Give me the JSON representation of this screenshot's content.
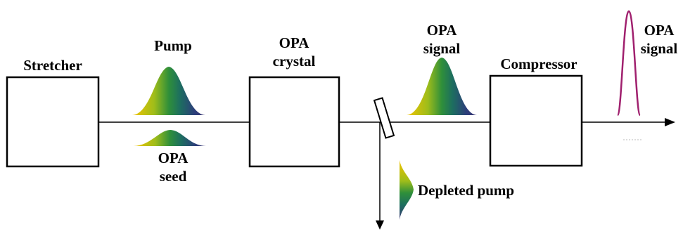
{
  "labels": {
    "stretcher": "Stretcher",
    "pump": "Pump",
    "opa_seed_line1": "OPA",
    "opa_seed_line2": "seed",
    "opa_crystal_line1": "OPA",
    "opa_crystal_line2": "crystal",
    "opa_signal_mid_line1": "OPA",
    "opa_signal_mid_line2": "signal",
    "compressor": "Compressor",
    "opa_signal_out_line1": "OPA",
    "opa_signal_out_line2": "signal",
    "depleted_pump": "Depleted pump"
  },
  "colors": {
    "pulse_gradient": [
      "#f2c300",
      "#9fbd1a",
      "#2f8f3a",
      "#1d6f5f",
      "#2c3f7a",
      "#3a3372"
    ],
    "compressed_pulse": "#a0206e",
    "line": "#000000"
  },
  "icons": {
    "pump_pulse": "gaussian-pulse-icon",
    "seed_pulse": "gaussian-pulse-icon",
    "signal_pulse": "gaussian-pulse-icon",
    "depleted_pulse": "half-gaussian-pulse-icon",
    "compressed_pulse": "narrow-pulse-icon"
  }
}
